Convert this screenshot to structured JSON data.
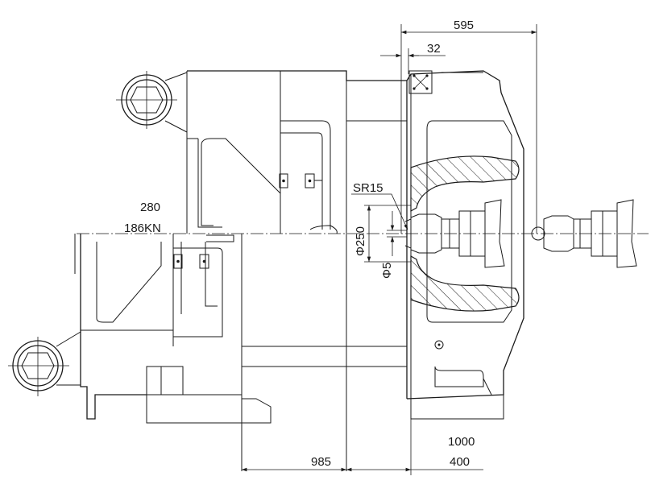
{
  "dimensions": {
    "top_width": "595",
    "top_offset": "32",
    "sphere_radius": "SR15",
    "clamp_stroke": "280",
    "ejector_force": "186KN",
    "bore_diameter": "Φ250",
    "nozzle_diameter": "Φ5",
    "bottom_left": "985",
    "bottom_right_upper": "1000",
    "bottom_right_lower": "400"
  },
  "colors": {
    "line": "#1a1a1a",
    "background": "#ffffff"
  }
}
